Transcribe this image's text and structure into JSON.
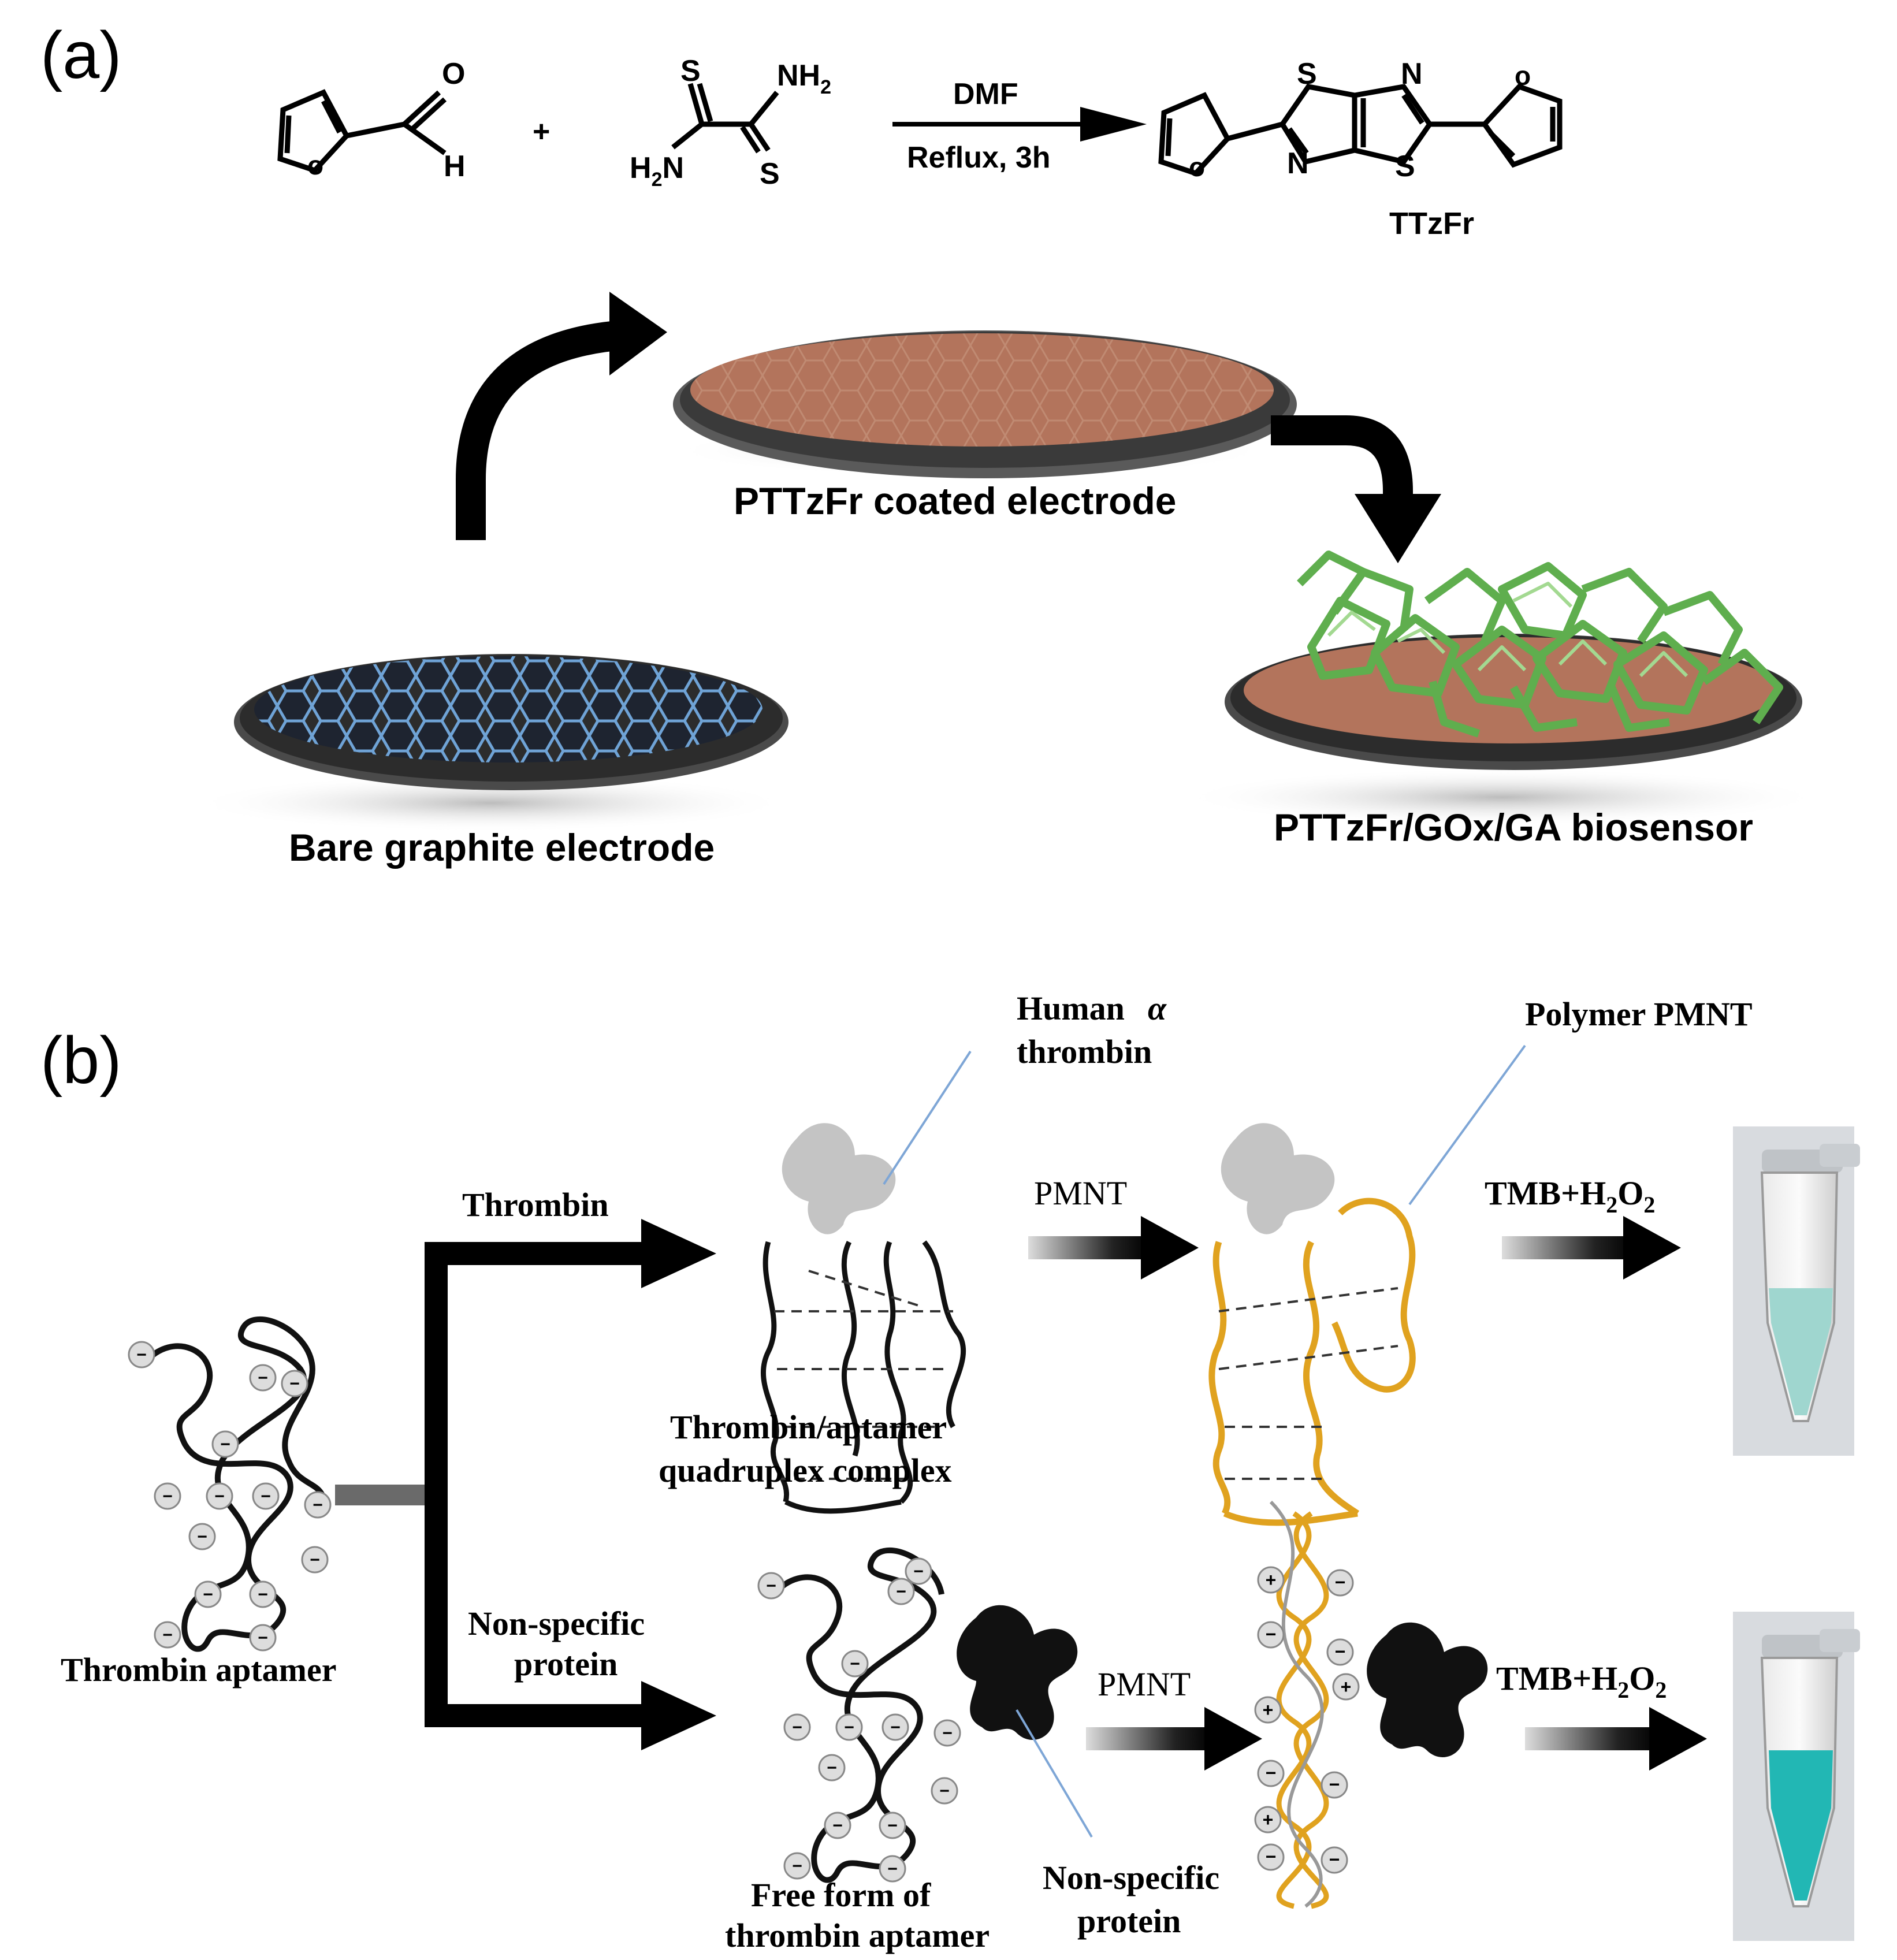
{
  "panel_a": {
    "panel_label": "(a)",
    "reaction": {
      "atom_O": "O",
      "atom_H": "H",
      "atom_S": "S",
      "atom_N": "N",
      "atom_o": "o",
      "nh2_a": "NH",
      "nh2_b": "H",
      "nh2_sub": "2",
      "plus": "+",
      "reagent": "DMF",
      "condition": "Reflux, 3h",
      "product_name": "TTzFr"
    },
    "steps": {
      "bare": "Bare graphite electrode",
      "coated": "PTTzFr coated electrode",
      "biosensor": "PTTzFr/GOx/GA biosensor"
    },
    "colors": {
      "graphite": "#5b93c9",
      "polymer": "#b3745c",
      "enzyme": "#7ec46e",
      "disk_rim": "#3a3a3a"
    }
  },
  "panel_b": {
    "panel_label": "(b)",
    "labels": {
      "human_a": "Human",
      "human_alpha": "α",
      "human_b": "thrombin",
      "polymer": "Polymer  PMNT",
      "thrombin": "Thrombin",
      "pmnt": "PMNT",
      "tmb": "TMB+H",
      "h2": "2",
      "o": "O",
      "o2": "2",
      "complex_1": "Thrombin/aptamer",
      "complex_2": "quadruplex complex",
      "aptamer": "Thrombin aptamer",
      "nonspec_1": "Non-specific",
      "nonspec_2": "protein",
      "free_1": "Free form of",
      "free_2": "thrombin aptamer",
      "ns_protein_1": "Non-specific",
      "ns_protein_2": "protein",
      "minus": "−",
      "plus": "+"
    },
    "colors": {
      "polymer_strand": "#e0a21f",
      "leader": "#7ea6d6",
      "tube_faint": "#9fd6cf",
      "tube_strong": "#22b7b4",
      "thrombin_shape": "#c4c4c4"
    }
  }
}
